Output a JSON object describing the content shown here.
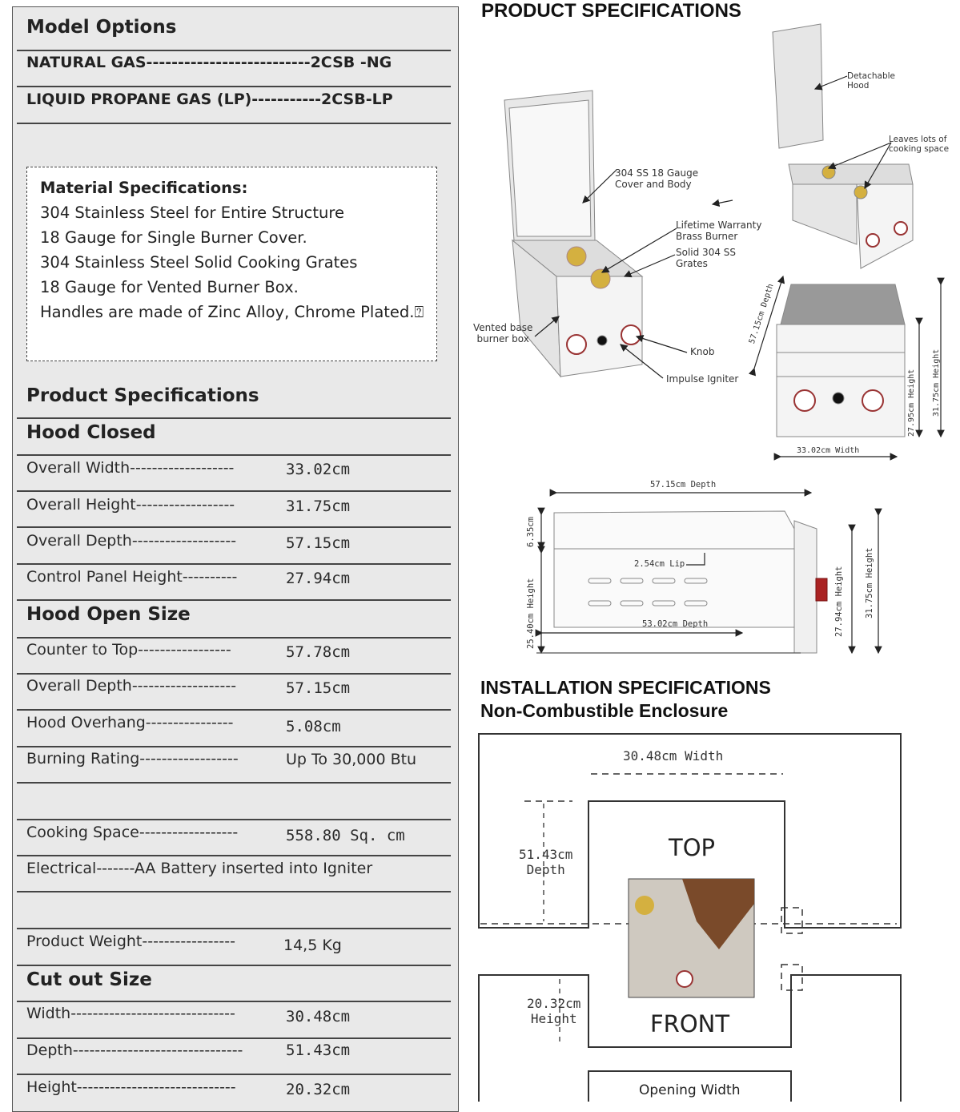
{
  "left": {
    "model_options": {
      "title": "Model Options",
      "items": [
        "NATURAL GAS--------------------------2CSB -NG",
        "LIQUID PROPANE GAS (LP)-----------2CSB-LP"
      ]
    },
    "material": {
      "title": "Material Specifications:",
      "lines": [
        "304 Stainless Steel for Entire Structure",
        "18 Gauge for Single Burner Cover.",
        "304 Stainless Steel Solid Cooking Grates",
        "18 Gauge for Vented Burner Box.",
        "Handles are made of Zinc Alloy, Chrome Plated.⍰"
      ]
    },
    "product_specs_title": "Product Specifications",
    "hood_closed": {
      "title": "Hood Closed",
      "rows": [
        {
          "label": "Overall Width-------------------",
          "value": "33.02cm"
        },
        {
          "label": "Overall Height------------------",
          "value": "31.75cm"
        },
        {
          "label": "Overall Depth-------------------",
          "value": "57.15cm"
        },
        {
          "label": "Control Panel Height----------",
          "value": "27.94cm"
        }
      ]
    },
    "hood_open": {
      "title": "Hood Open Size",
      "rows": [
        {
          "label": "Counter to Top-----------------",
          "value": "57.78cm"
        },
        {
          "label": "Overall Depth-------------------",
          "value": "57.15cm"
        },
        {
          "label": "Hood Overhang----------------",
          "value": "5.08cm"
        },
        {
          "label": "Burning Rating------------------",
          "value": "Up To 30,000 Btu"
        }
      ]
    },
    "cooking_space": {
      "label": "Cooking Space------------------",
      "value": "558.80 Sq. cm"
    },
    "electrical": "Electrical-------AA Battery inserted into Igniter",
    "weight": {
      "label": "Product Weight-----------------",
      "value": "14,5 Kg"
    },
    "cutout": {
      "title": "Cut out Size",
      "rows": [
        {
          "label": "Width------------------------------",
          "value": "30.48cm"
        },
        {
          "label": "Depth-------------------------------",
          "value": "51.43cm"
        },
        {
          "label": "Height-----------------------------",
          "value": "20.32cm"
        }
      ]
    }
  },
  "right": {
    "product_title": "PRODUCT SPECIFICATIONS",
    "callouts": {
      "cover": "304 SS 18 Gauge\nCover and Body",
      "burner": "Lifetime Warranty\nBrass Burner",
      "grates": "Solid 304 SS\nGrates",
      "vented": "Vented base\nburner box",
      "knob": "Knob",
      "igniter": "Impulse Igniter",
      "hood": "Detachable\nHood",
      "space": "Leaves lots of\ncooking space"
    },
    "front_dims": {
      "depth": "57.15cm Depth",
      "width": "33.02cm Width",
      "panel_height": "27.95cm Height",
      "height": "31.75cm Height"
    },
    "side_dims": {
      "depth": "57.15cm Depth",
      "lid": "6.35cm",
      "lip": "2.54cm Lip",
      "inner_depth": "53.02cm Depth",
      "box_height": "25.40cm Height",
      "panel_height": "27.94cm Height",
      "height": "31.75cm Height"
    },
    "install_title": "INSTALLATION SPECIFICATIONS",
    "install_subtitle": "Non-Combustible Enclosure",
    "install": {
      "width": "30.48cm Width",
      "depth": "51.43cm\nDepth",
      "height": "20.32cm\nHeight",
      "top": "TOP",
      "front": "FRONT",
      "opening": "Opening Width"
    }
  }
}
